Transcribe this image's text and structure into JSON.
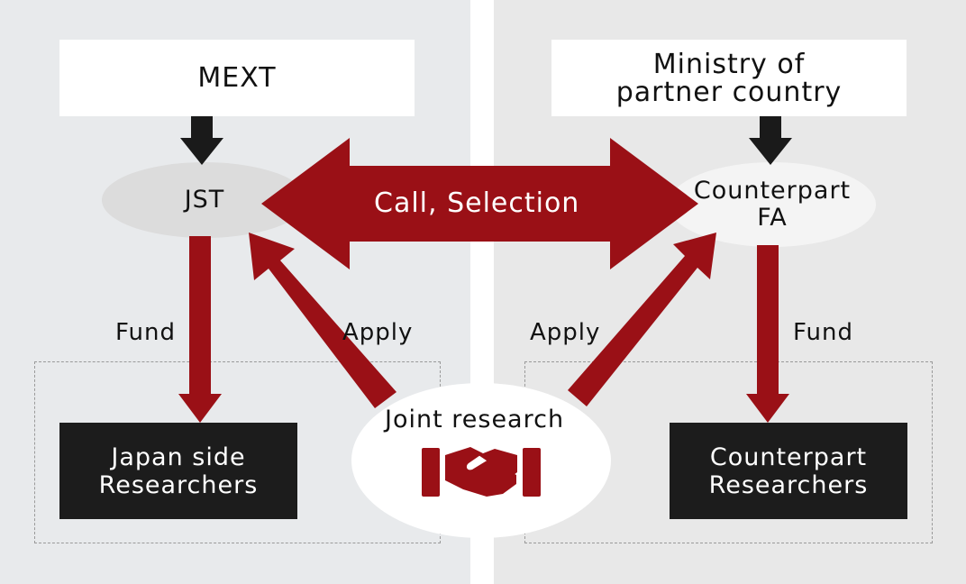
{
  "left": {
    "ministry": "MEXT",
    "agency": "JST",
    "fund_label": "Fund",
    "apply_label": "Apply",
    "researchers": [
      "Japan side",
      "Researchers"
    ]
  },
  "right": {
    "ministry": [
      "Ministry of",
      "partner country"
    ],
    "agency": [
      "Counterpart",
      "FA"
    ],
    "fund_label": "Fund",
    "apply_label": "Apply",
    "researchers": [
      "Counterpart",
      "Researchers"
    ]
  },
  "center": {
    "call_label": "Call, Selection",
    "joint_label": "Joint research"
  },
  "colors": {
    "arrow_red": "#9a1016",
    "black_arrow": "#1a1a1a",
    "left_bg": "#e8eaec",
    "right_bg": "#e8e8e8"
  },
  "icons": {
    "handshake": "handshake-icon"
  }
}
